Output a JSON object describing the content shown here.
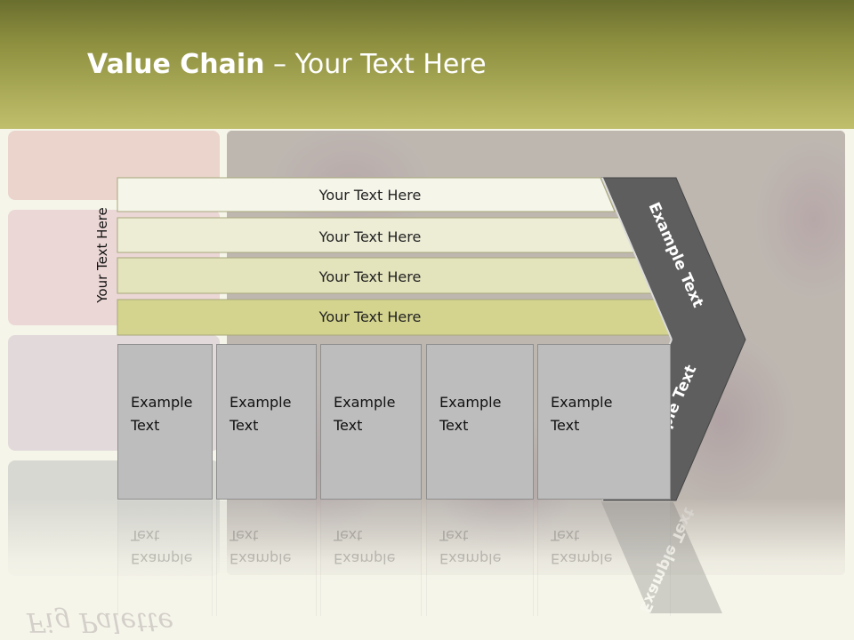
{
  "slide": {
    "title_bold": "Value Chain",
    "title_rest": " – Your Text Here",
    "vertical_label": "Your Text Here"
  },
  "bars": [
    {
      "label": "Your Text Here"
    },
    {
      "label": "Your Text Here"
    },
    {
      "label": "Your Text Here"
    },
    {
      "label": "Your Text Here"
    }
  ],
  "columns": [
    {
      "label": "Example Text"
    },
    {
      "label": "Example Text"
    },
    {
      "label": "Example Text"
    },
    {
      "label": "Example Text"
    },
    {
      "label": "Example Text"
    }
  ],
  "chevron": {
    "top_label": "Example Text",
    "bottom_label": "Example Text"
  },
  "logo": {
    "text": "Fig Palette"
  },
  "colors": {
    "header_dark": "#6a6e2e",
    "header_light": "#c0bf6c",
    "bar_fills": [
      "#f5f5ea",
      "#ededd6",
      "#e3e3bc",
      "#d4d48e"
    ],
    "cell_fill": "#bdbdbd",
    "chevron_fill": "#5e5e5e"
  }
}
